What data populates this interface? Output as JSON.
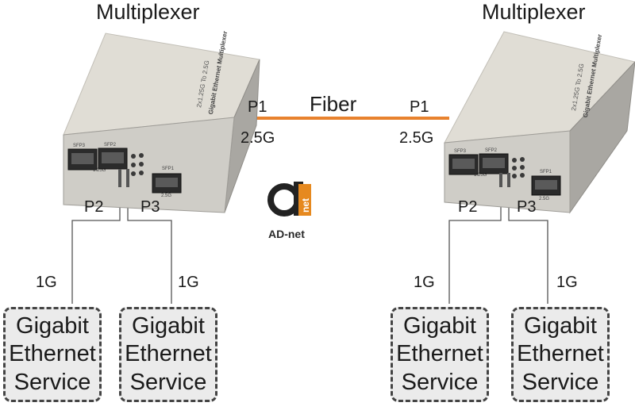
{
  "left": {
    "title": "Multiplexer",
    "device_text": [
      "2x1.25G To 2.5G",
      "Gigabit Ethernet Multiplexer"
    ],
    "port_labels": [
      "SFP3",
      "SFP2",
      "1.25G",
      "SFP1",
      "2.5G"
    ],
    "p1": "P1",
    "p1_speed": "2.5G",
    "p2": "P2",
    "p2_speed": "1G",
    "p3": "P3",
    "p3_speed": "1G",
    "services": [
      {
        "l1": "Gigabit",
        "l2": "Ethernet",
        "l3": "Service"
      },
      {
        "l1": "Gigabit",
        "l2": "Ethernet",
        "l3": "Service"
      }
    ]
  },
  "right": {
    "title": "Multiplexer",
    "device_text": [
      "2x1.25G To 2.5G",
      "Gigabit Ethernet Multiplexer"
    ],
    "port_labels": [
      "SFP3",
      "SFP2",
      "1.25G",
      "SFP1",
      "2.5G"
    ],
    "p1": "P1",
    "p1_speed": "2.5G",
    "p2": "P2",
    "p2_speed": "1G",
    "p3": "P3",
    "p3_speed": "1G",
    "services": [
      {
        "l1": "Gigabit",
        "l2": "Ethernet",
        "l3": "Service"
      },
      {
        "l1": "Gigabit",
        "l2": "Ethernet",
        "l3": "Service"
      }
    ]
  },
  "fiber": {
    "label": "Fiber",
    "color": "#e8822e"
  },
  "logo": {
    "mark": "net",
    "text": "AD-net",
    "mark_color": "#e6891f"
  }
}
